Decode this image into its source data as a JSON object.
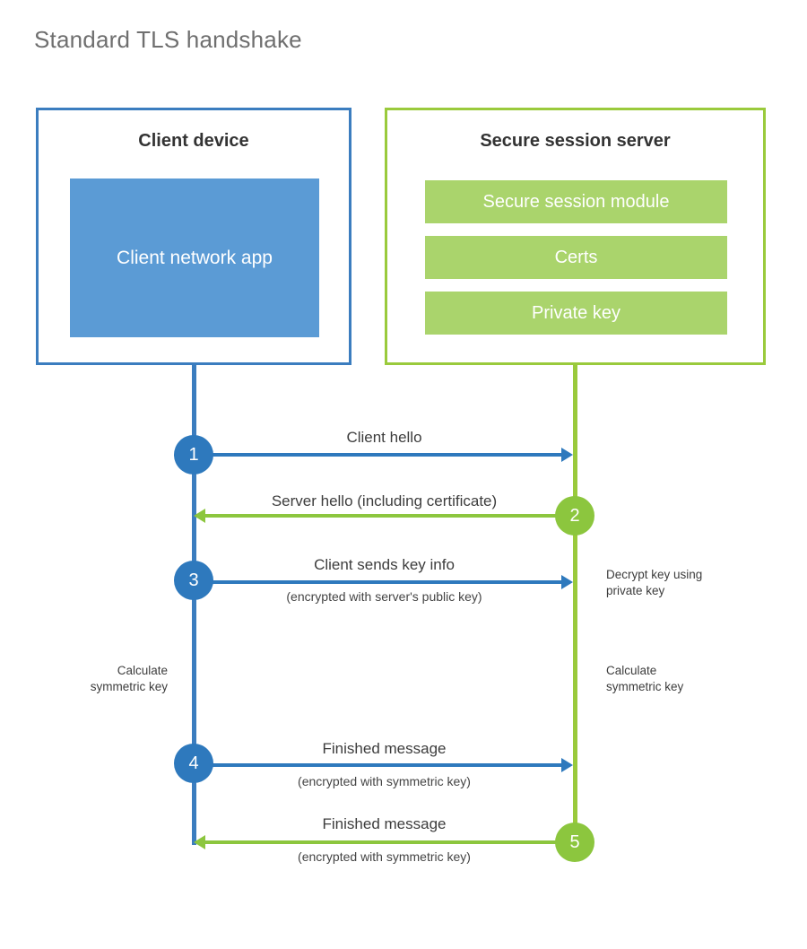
{
  "title": "Standard TLS handshake",
  "parties": {
    "client": {
      "name": "client",
      "title": "Client device",
      "block_label": "Client network app",
      "border_color": "#3B7DBF",
      "block_color": "#5B9BD5",
      "lifeline_color": "#3B7DBF"
    },
    "server": {
      "name": "server",
      "title": "Secure session server",
      "border_color": "#9ACA3C",
      "bar_color": "#AAD46C",
      "lifeline_color": "#9ACA3C",
      "bars": [
        {
          "label": "Secure session module"
        },
        {
          "label": "Certs"
        },
        {
          "label": "Private key"
        }
      ]
    }
  },
  "steps": [
    {
      "number": "1",
      "direction": "client-to-server",
      "color": "#2E79BD",
      "label": "Client hello",
      "sublabel": ""
    },
    {
      "number": "2",
      "direction": "server-to-client",
      "color": "#8CC63E",
      "label": "Server hello (including certificate)",
      "sublabel": ""
    },
    {
      "number": "3",
      "direction": "client-to-server",
      "color": "#2E79BD",
      "label": "Client sends key info",
      "sublabel": "(encrypted with server's public key)"
    },
    {
      "number": "4",
      "direction": "client-to-server",
      "color": "#2E79BD",
      "label": "Finished message",
      "sublabel": "(encrypted with symmetric key)"
    },
    {
      "number": "5",
      "direction": "server-to-client",
      "color": "#8CC63E",
      "label": "Finished message",
      "sublabel": "(encrypted with symmetric key)"
    }
  ],
  "notes": {
    "decrypt_key": "Decrypt key using\nprivate key",
    "client_calculate": "Calculate\nsymmetric key",
    "server_calculate": "Calculate\nsymmetric key"
  }
}
